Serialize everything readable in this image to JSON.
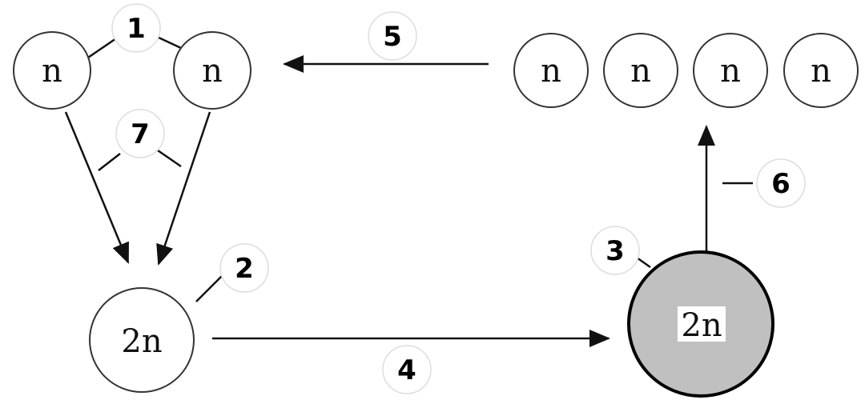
{
  "cells": {
    "gamete_left": "n",
    "gamete_right": "n",
    "diploid": "2n",
    "zygote": "2n",
    "spore_1": "n",
    "spore_2": "n",
    "spore_3": "n",
    "spore_4": "n"
  },
  "labels": {
    "l1": "1",
    "l2": "2",
    "l3": "3",
    "l4": "4",
    "l5": "5",
    "l6": "6",
    "l7": "7"
  },
  "colors": {
    "zygote_fill": "#c0c0c0",
    "outline": "#333333"
  }
}
